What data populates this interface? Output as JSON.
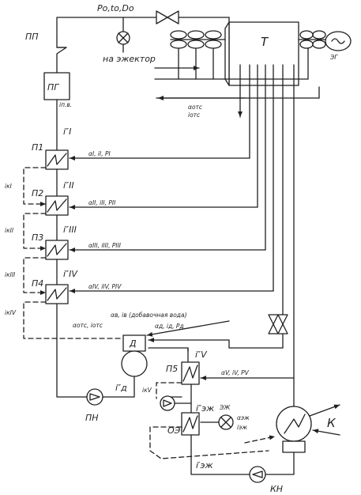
{
  "labels": {
    "steam_params": "Po,to,Do",
    "superheater": "ПП",
    "steam_generator": "ПГ",
    "feedwater_in": "iп.в.",
    "turbine": "Т",
    "generator": "ЭГ",
    "to_ejector": "на эжектор",
    "extraction_total_alpha": "αотс",
    "extraction_total_i": "iотс",
    "h1": "П1",
    "h2": "П2",
    "h3": "П3",
    "h4": "П4",
    "h5": "П5",
    "deaerator": "Д",
    "feed_pump": "ПН",
    "condenser": "К",
    "condensate_pump": "КН",
    "ejector_cooler": "ЭЖ",
    "seal_cooler": "ОЭ",
    "i1": "i″I",
    "i2": "i″II",
    "i3": "i″III",
    "i4": "i″IV",
    "i5": "i″V",
    "i_d": "i″д",
    "i_ej_in": "i″эж",
    "i_ej_out": "i′эж",
    "ik1": "iкI",
    "ik2": "iкII",
    "ik3": "iкIII",
    "ik4": "iкIV",
    "ik5": "iкV",
    "ext1": "αI, iI, PI",
    "ext2": "αII, iII, PII",
    "ext3": "αIII, iIII, PIII",
    "ext4": "αIV, iIV, PIV",
    "ext5": "αV, iV, PV",
    "ext_d": "αд, iд, Pд",
    "makeup": "αв, iв (добавочная вода)",
    "deaerator_extr": "αотс, iотс",
    "ej_alpha": "αэж",
    "ej_i": "iэж"
  }
}
